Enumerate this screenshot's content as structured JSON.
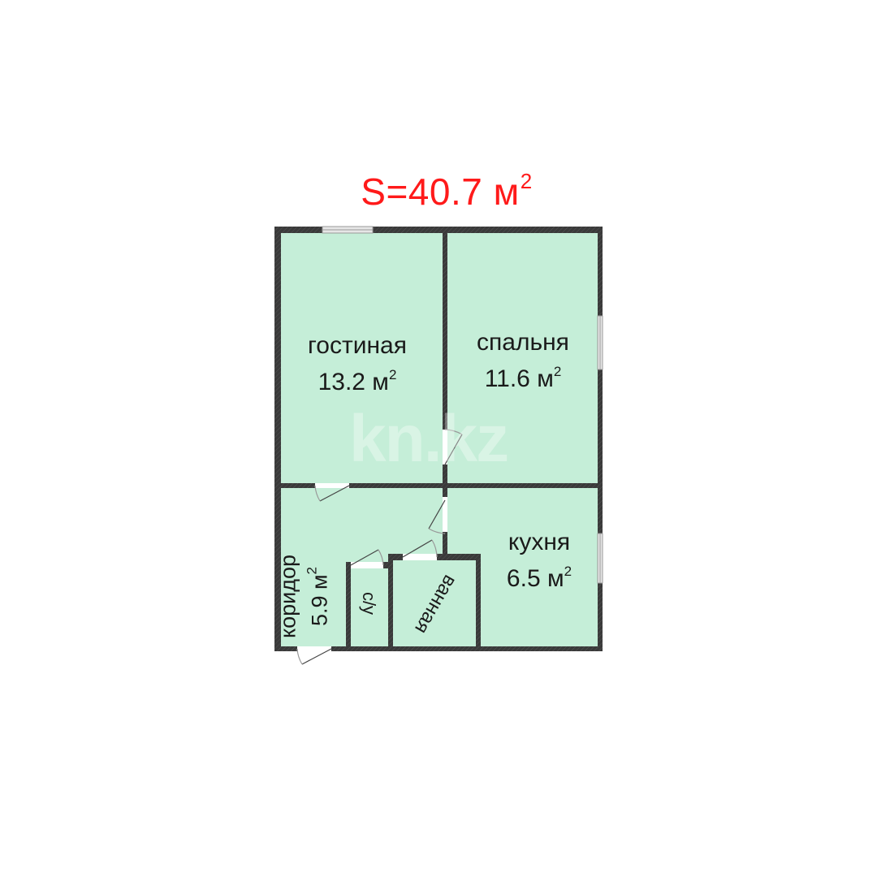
{
  "plan": {
    "total_area_label": "S=40.7 м",
    "total_area_sup": "2",
    "watermark": "kn.kz",
    "colors": {
      "room_fill": "#c5eed8",
      "wall": "#3a3a3a",
      "title": "#ff1a1a",
      "window": "#d9d9d9"
    },
    "rooms": [
      {
        "id": "living",
        "name": "гостиная",
        "area": "13.2 м",
        "sup": "2"
      },
      {
        "id": "bedroom",
        "name": "спальня",
        "area": "11.6 м",
        "sup": "2"
      },
      {
        "id": "kitchen",
        "name": "кухня",
        "area": "6.5 м",
        "sup": "2"
      },
      {
        "id": "corridor",
        "name": "коридор",
        "area": "5.9 м",
        "sup": "2"
      },
      {
        "id": "wc",
        "name": "с/у"
      },
      {
        "id": "bath",
        "name": "ванная"
      }
    ]
  }
}
